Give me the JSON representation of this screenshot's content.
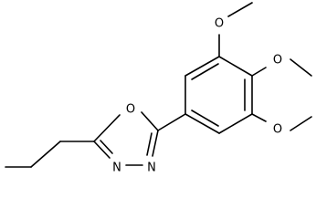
{
  "molecule": {
    "atoms": {
      "ring_oxygen": "O",
      "ring_nitrogen_left": "N",
      "ring_nitrogen_right": "N",
      "methoxy_top_oxygen": "O",
      "methoxy_middle_oxygen": "O",
      "methoxy_bottom_oxygen": "O"
    },
    "colors": {
      "bond": "#000000",
      "label": "#000000",
      "background": "#ffffff"
    }
  }
}
